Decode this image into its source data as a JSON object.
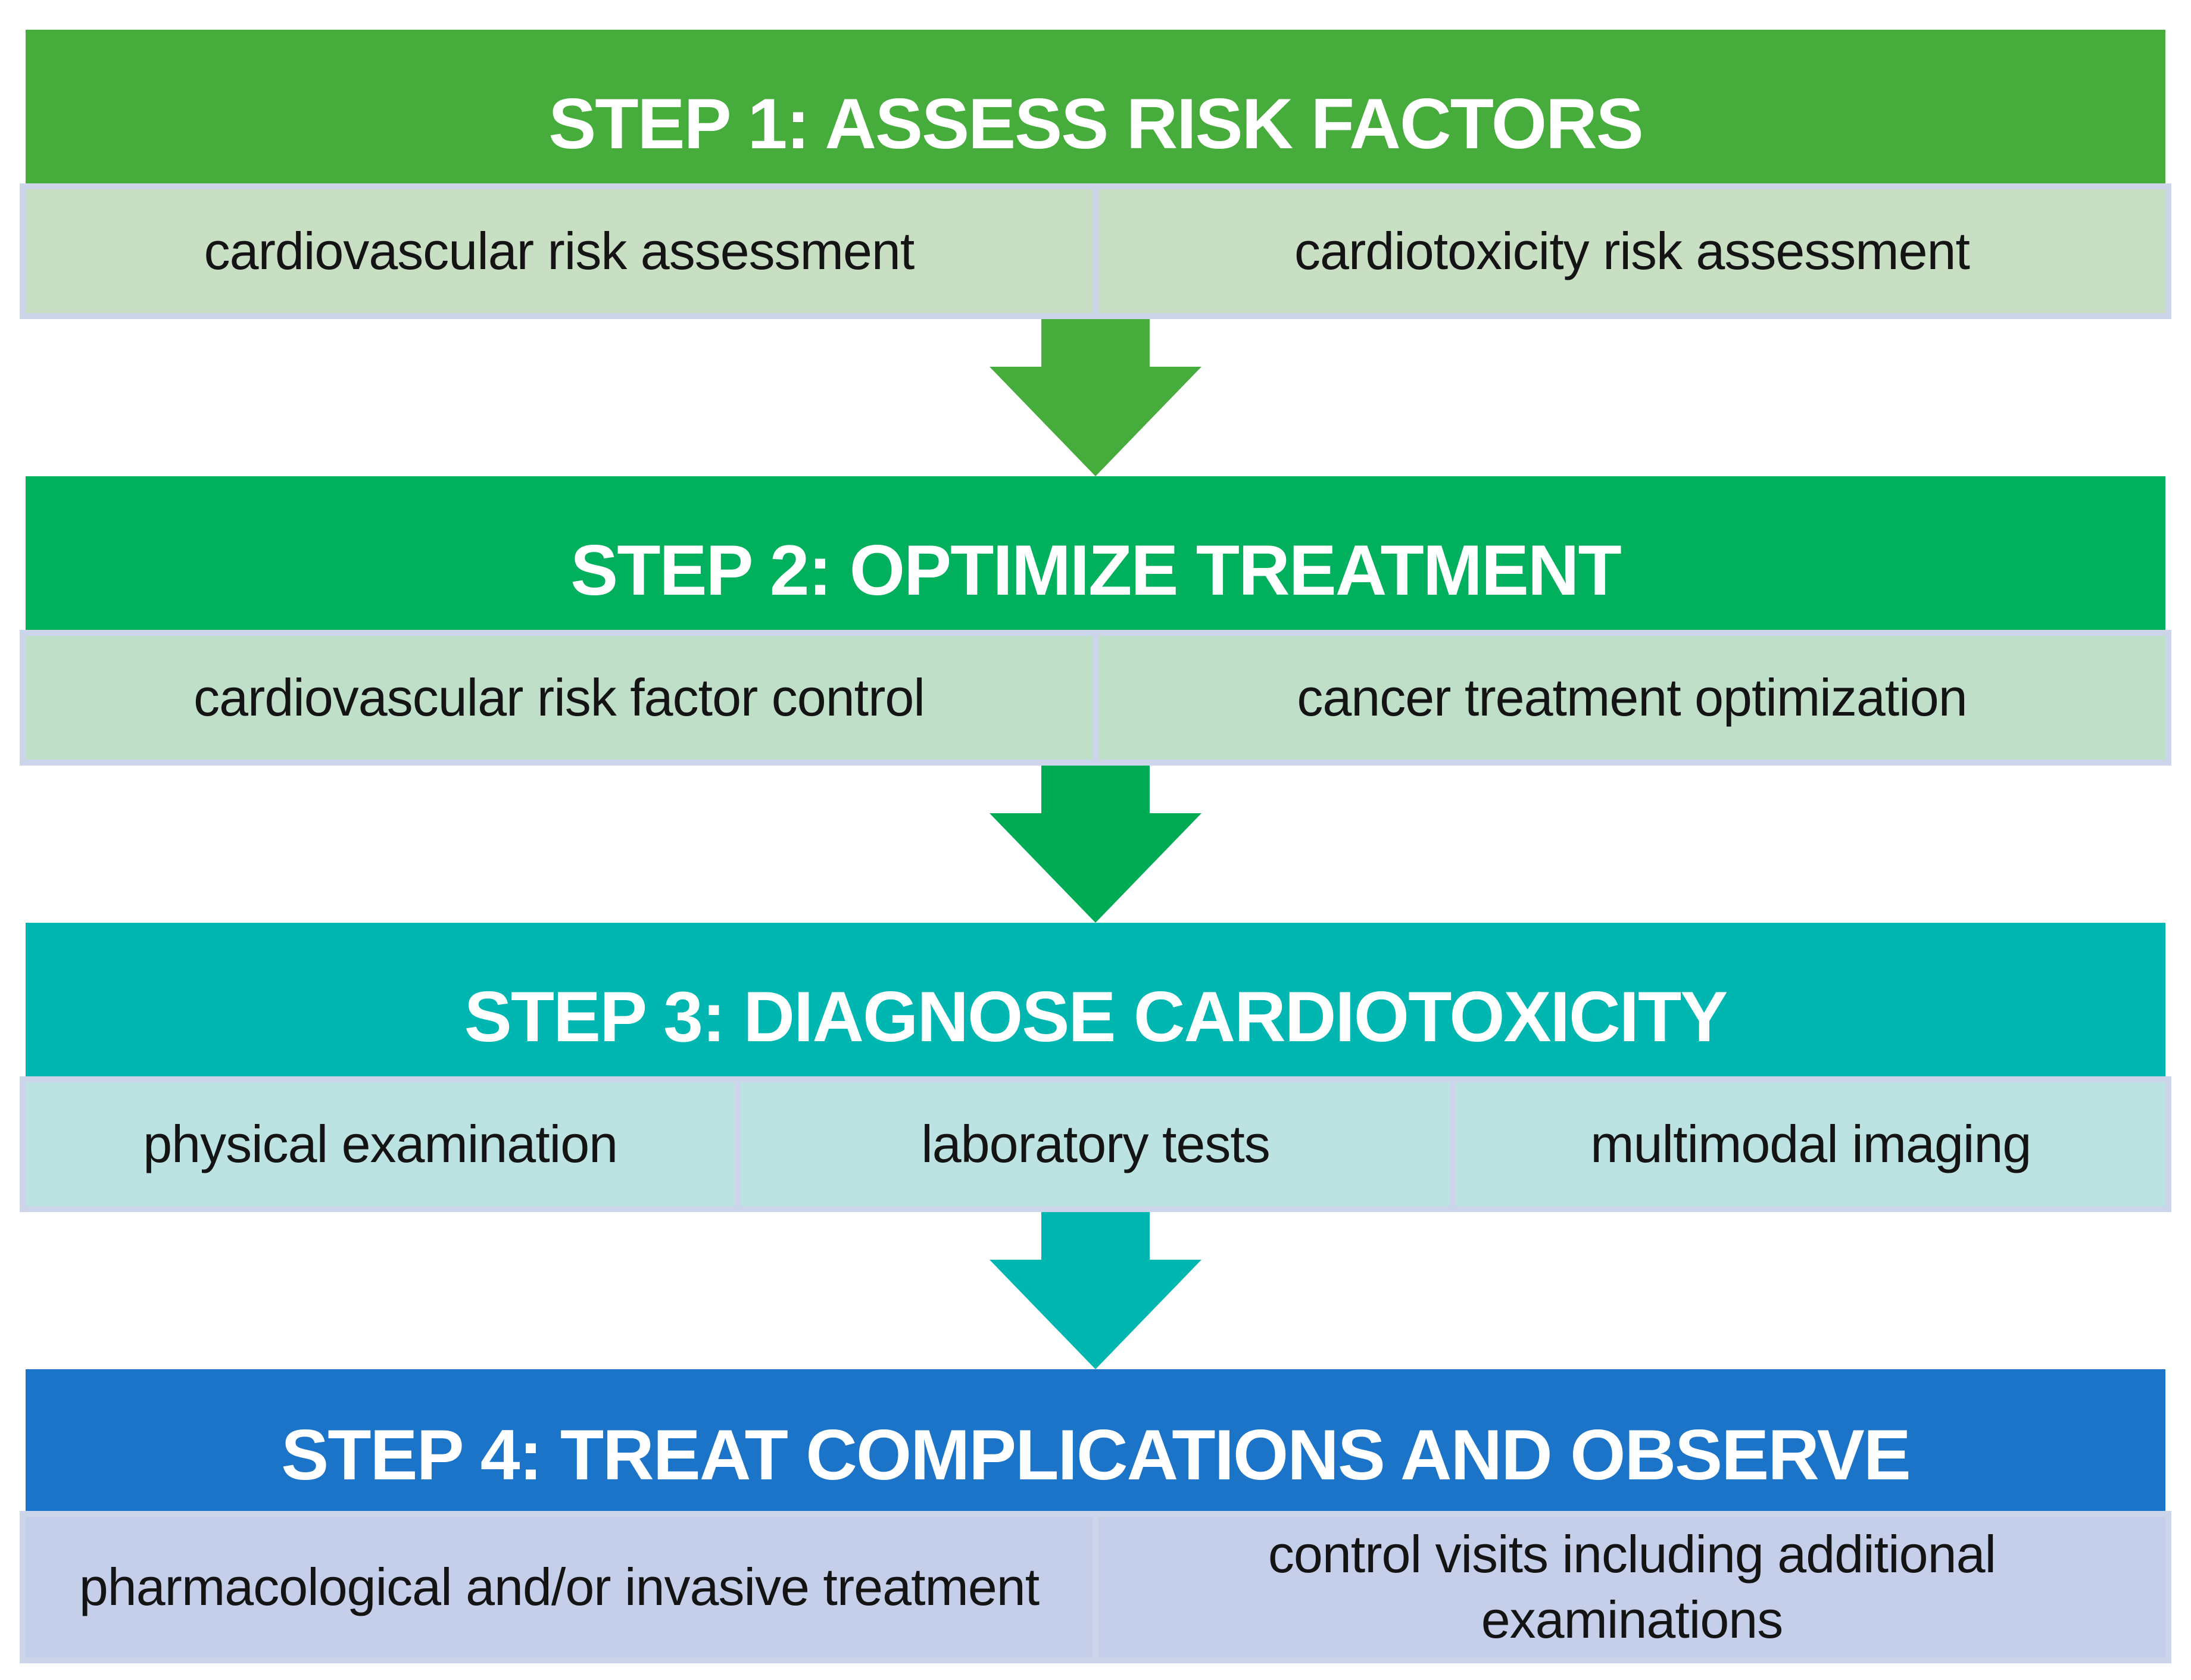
{
  "palette": {
    "table_border": "#CDD5EA",
    "header_text": "#FFFFFF",
    "cell_text": "#141414",
    "background": "#FFFFFF"
  },
  "steps": [
    {
      "title": "STEP 1: ASSESS RISK FACTORS",
      "header_color": "#46AC3B",
      "cell_color": "#C8DFC4",
      "arrow_color": "#46AC3B",
      "cells": [
        "cardiovascular risk assessment",
        "cardiotoxicity risk assessment"
      ]
    },
    {
      "title": "STEP 2: OPTIMIZE TREATMENT",
      "header_color": "#00B05C",
      "cell_color": "#BFDFC9",
      "arrow_color": "#00AB55",
      "cells": [
        "cardiovascular risk factor control",
        "cancer treatment optimization"
      ]
    },
    {
      "title": "STEP 3: DIAGNOSE CARDIOTOXICITY",
      "header_color": "#00B6B1",
      "cell_color": "#BCE3E1",
      "arrow_color": "#00B6B1",
      "cells": [
        "physical examination",
        "laboratory tests",
        "multimodal imaging"
      ]
    },
    {
      "title": "STEP 4: TREAT COMPLICATIONS AND OBSERVE",
      "header_color": "#1B74C8",
      "cell_color": "#C5CFE9",
      "cells": [
        "pharmacological and/or invasive treatment",
        "control visits including additional examinations"
      ]
    }
  ]
}
